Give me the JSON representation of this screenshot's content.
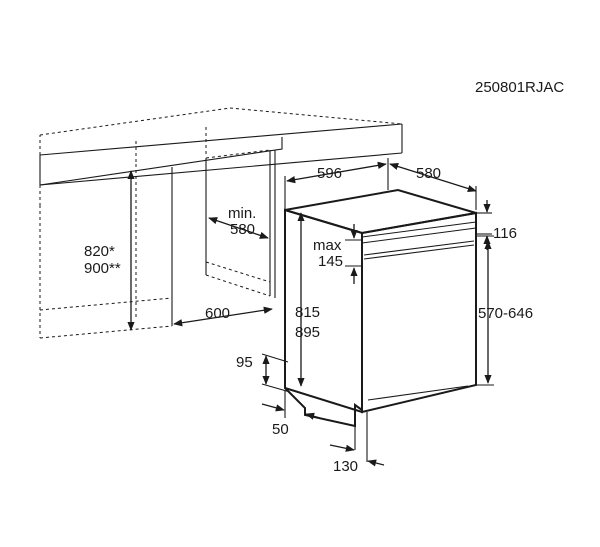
{
  "diagram": {
    "code": "250801RJAC",
    "dimensions": {
      "width_596": "596",
      "depth_580": "580",
      "top_116": "116",
      "max_label": "max",
      "max_value": "145",
      "cabinet_height_1": "820*",
      "cabinet_height_2": "900**",
      "niche_min_label": "min.",
      "niche_min_value": "580",
      "niche_width_600": "600",
      "appliance_height_1": "815",
      "appliance_height_2": "895",
      "door_height_range": "570-646",
      "plinth_95": "95",
      "plinth_50": "50",
      "foot_130": "130"
    }
  }
}
